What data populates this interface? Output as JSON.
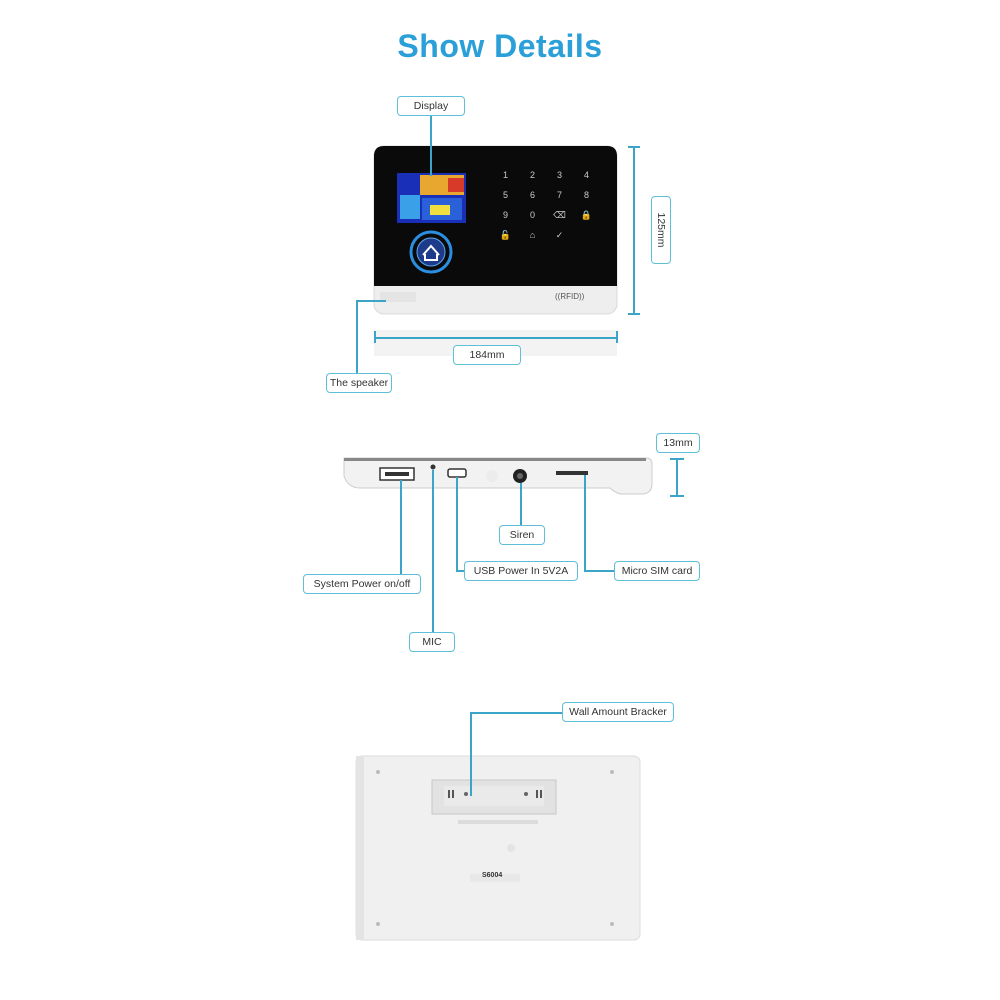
{
  "title": "Show Details",
  "front": {
    "labels": {
      "display": "Display",
      "height": "125mm",
      "width": "184mm",
      "speaker": "The speaker",
      "rfid": "((RFID))"
    },
    "keypad": [
      "1",
      "2",
      "3",
      "4",
      "5",
      "6",
      "7",
      "8",
      "9",
      "0",
      "⌫",
      "🔒",
      "🔓",
      "⌂",
      "✓"
    ]
  },
  "side": {
    "labels": {
      "depth": "13mm",
      "siren": "Siren",
      "usb": "USB Power In 5V2A",
      "sim": "Micro SIM card",
      "power": "System Power on/off",
      "mic": "MIC"
    }
  },
  "back": {
    "labels": {
      "bracket": "Wall Amount Bracker",
      "model": "S6004"
    }
  },
  "colors": {
    "accent": "#2a9fd8",
    "callout_border": "#5fbfd8",
    "device_black": "#0a0a0a",
    "device_white": "#f2f2f2"
  }
}
